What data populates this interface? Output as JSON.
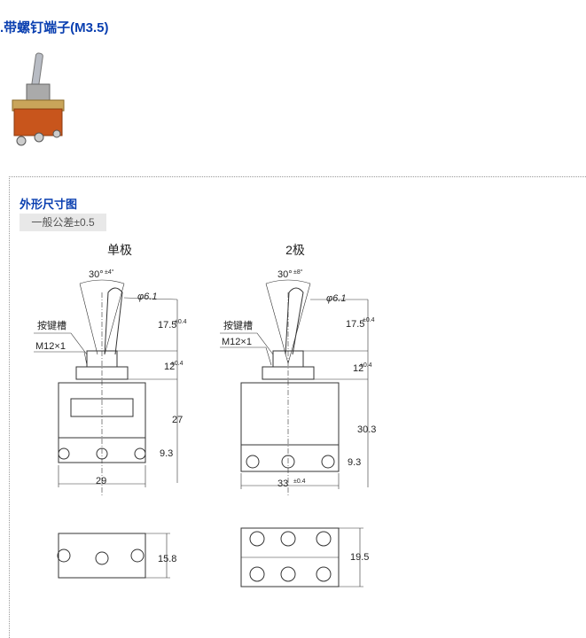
{
  "title": ".带螺钉端子(M3.5)",
  "section": {
    "heading": "外形尺寸图",
    "tolerance_badge": "一般公差±0.5"
  },
  "drawing": {
    "single": {
      "label": "单极",
      "angle": "30°",
      "angle_tol": "±4°",
      "phi": "φ6.1",
      "h1": "17.5",
      "h1_tol": "±0.4",
      "keyway": "按键槽",
      "thread": "M12×1",
      "h2": "12",
      "h2_tol": "±0.4",
      "h3": "27",
      "h4": "9.3",
      "width": "29",
      "depth": "15.8"
    },
    "double": {
      "label": "2极",
      "angle": "30°",
      "angle_tol": "±8°",
      "phi": "φ6.1",
      "h1": "17.5",
      "h1_tol": "±0.4",
      "keyway": "按键槽",
      "thread": "M12×1",
      "h2": "12",
      "h2_tol": "±0.4",
      "h3": "30.3",
      "h4": "9.3",
      "width": "33",
      "width_tol": "±0.4",
      "depth": "19.5"
    }
  }
}
